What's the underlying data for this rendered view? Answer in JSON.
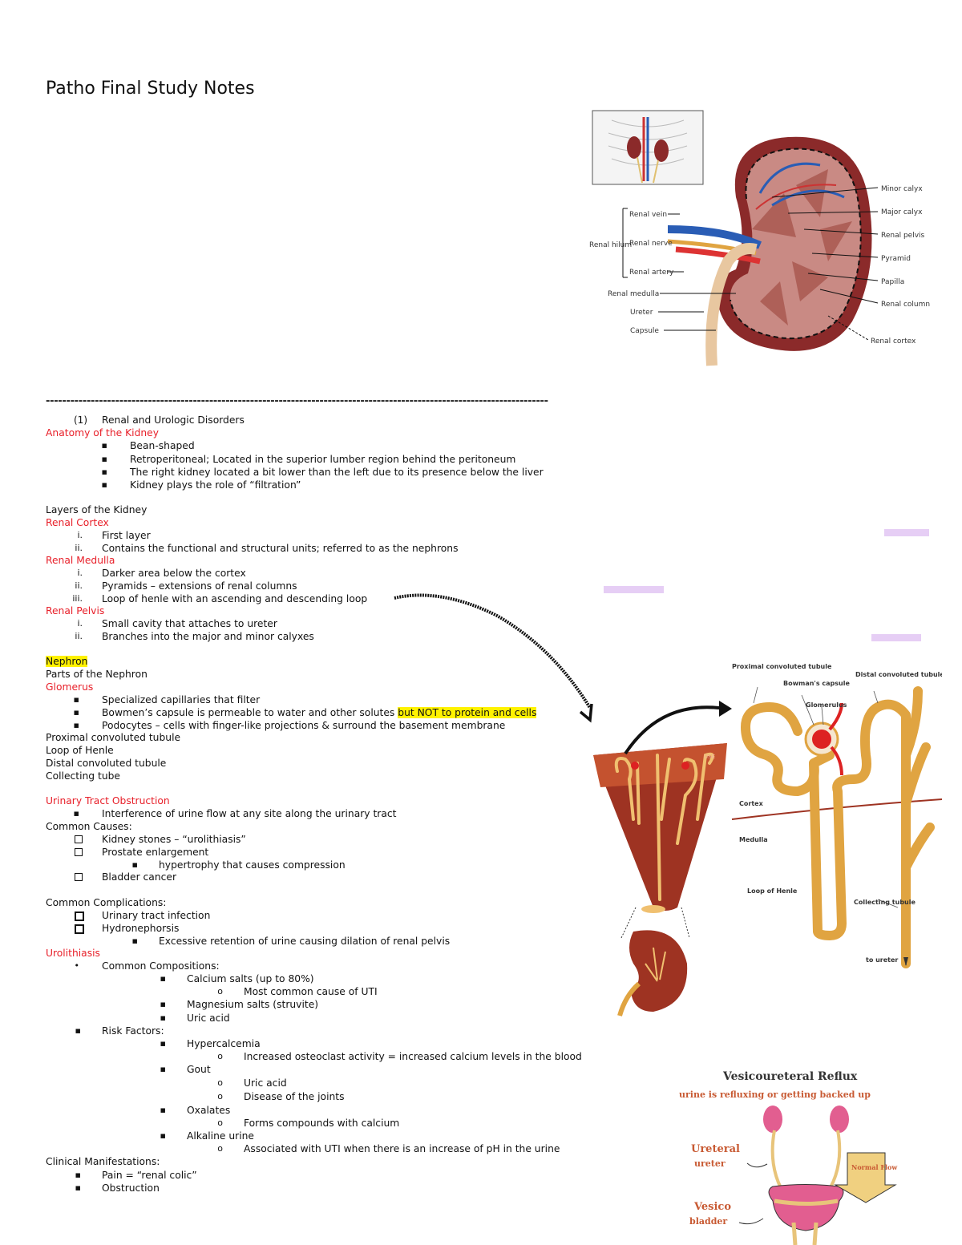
{
  "document": {
    "title": "Patho Final Study Notes",
    "divider": "---------------------------------------------------------------------------------------------------------------------------"
  },
  "lines": [
    {
      "text": "Renal and Urologic Disorders",
      "marker": "(1)"
    },
    {
      "text": "Anatomy of the Kidney"
    },
    {
      "text": "Bean-shaped",
      "marker": "▪"
    },
    {
      "text": "Retroperitoneal; Located in the superior lumber region behind the peritoneum",
      "marker": "▪"
    },
    {
      "text": "The right kidney located a bit lower than the left due to its presence below the liver",
      "marker": "▪"
    },
    {
      "text": "Kidney plays the role of “filtration”",
      "marker": "▪"
    },
    {
      "text": "Layers of the Kidney"
    },
    {
      "text": "Renal Cortex"
    },
    {
      "text": "First layer",
      "marker": "i."
    },
    {
      "text": "Contains the functional and structural units; referred to as the nephrons",
      "marker": "ii."
    },
    {
      "text": "Renal Medulla"
    },
    {
      "text": "Darker area below the cortex",
      "marker": "i."
    },
    {
      "text": "Pyramids – extensions of renal columns",
      "marker": "ii."
    },
    {
      "text": "Loop of henle with an ascending and descending loop",
      "marker": "iii."
    },
    {
      "text": "Renal Pelvis"
    },
    {
      "text": "Small cavity that attaches to ureter",
      "marker": "i."
    },
    {
      "text": "Branches into the major and minor calyxes",
      "marker": "ii."
    },
    {
      "text": "Nephron"
    },
    {
      "text": "Parts of the Nephron"
    },
    {
      "text": "Glomerus"
    },
    {
      "text": "Specialized capillaries that filter",
      "marker": "▪"
    },
    {
      "text": "Bowmen’s capsule is permeable to water and other solutes",
      "highlight": "but NOT to protein and cells",
      "marker": "▪"
    },
    {
      "text": "Podocytes – cells with finger-like projections & surround the basement membrane",
      "marker": "▪"
    },
    {
      "text": "Proximal convoluted tubule"
    },
    {
      "text": "Loop of Henle"
    },
    {
      "text": "Distal convoluted tubule"
    },
    {
      "text": "Collecting tube"
    },
    {
      "text": "Urinary Tract Obstruction"
    },
    {
      "text": "Interference of urine flow at any site along the urinary tract",
      "marker": "▪"
    },
    {
      "text": "Common Causes:"
    },
    {
      "text": "Kidney stones – “urolithiasis”"
    },
    {
      "text": "Prostate enlargement"
    },
    {
      "text": "hypertrophy that causes compression",
      "marker": "▪"
    },
    {
      "text": "Bladder cancer"
    },
    {
      "text": "Common Complications:"
    },
    {
      "text": "Urinary tract infection"
    },
    {
      "text": "Hydronephorsis"
    },
    {
      "text": "Excessive retention of urine causing dilation of renal pelvis",
      "marker": "▪"
    },
    {
      "text": "Urolithiasis"
    },
    {
      "text": "Common Compositions:",
      "marker": "•"
    },
    {
      "text": "Calcium salts (up to 80%)",
      "marker": "▪"
    },
    {
      "text": "Most common cause of UTI",
      "marker": "o"
    },
    {
      "text": "Magnesium salts (struvite)",
      "marker": "▪"
    },
    {
      "text": "Uric acid",
      "marker": "▪"
    },
    {
      "text": "Risk Factors:",
      "marker": "▪"
    },
    {
      "text": "Hypercalcemia",
      "marker": "▪"
    },
    {
      "text": "Increased osteoclast activity = increased calcium levels in the blood",
      "marker": "o"
    },
    {
      "text": "Gout",
      "marker": "▪"
    },
    {
      "text": "Uric acid",
      "marker": "o"
    },
    {
      "text": "Disease of the joints",
      "marker": "o"
    },
    {
      "text": "Oxalates",
      "marker": "▪"
    },
    {
      "text": "Forms compounds with calcium",
      "marker": "o"
    },
    {
      "text": "Alkaline urine",
      "marker": "▪"
    },
    {
      "text": "Associated with UTI when there is an increase of pH in the urine",
      "marker": "o"
    },
    {
      "text": "Clinical Manifestations:"
    },
    {
      "text": "Pain = “renal colic”",
      "marker": "▪"
    },
    {
      "text": "Obstruction",
      "marker": "▪"
    }
  ],
  "kidney_figure": {
    "labels": {
      "minor_calyx": "Minor calyx",
      "major_calyx": "Major calyx",
      "renal_pelvis": "Renal pelvis",
      "pyramid": "Pyramid",
      "papilla": "Papilla",
      "renal_column": "Renal column",
      "renal_cortex": "Renal cortex",
      "renal_vein": "Renal vein",
      "renal_nerve": "Renal nerve",
      "renal_hilum": "Renal hilum",
      "renal_artery": "Renal artery",
      "renal_medulla": "Renal medulla",
      "ureter": "Ureter",
      "capsule": "Capsule"
    }
  },
  "nephron_figure": {
    "labels": {
      "proximal": "Proximal convoluted tubule",
      "bowmans": "Bowman's capsule",
      "glomerulus": "Glomerulus",
      "distal": "Distal convoluted tubule",
      "cortex": "Cortex",
      "medulla": "Medulla",
      "loop": "Loop of Henle",
      "collecting": "Collecting tubule",
      "to_ureter": "to ureter"
    }
  },
  "reflux_figure": {
    "title": "Vesicoureteral Reflux",
    "subtitle": "urine is refluxing or getting backed up",
    "ureteral": "Ureteral",
    "ureter": "ureter",
    "normal_flow": "Normal Flow",
    "vesico": "Vesico",
    "bladder": "bladder"
  },
  "colors": {
    "accent_red": "#e8202a",
    "highlight": "#fff200",
    "kidney": "#8b2a2a",
    "tubule": "#e0a441"
  }
}
